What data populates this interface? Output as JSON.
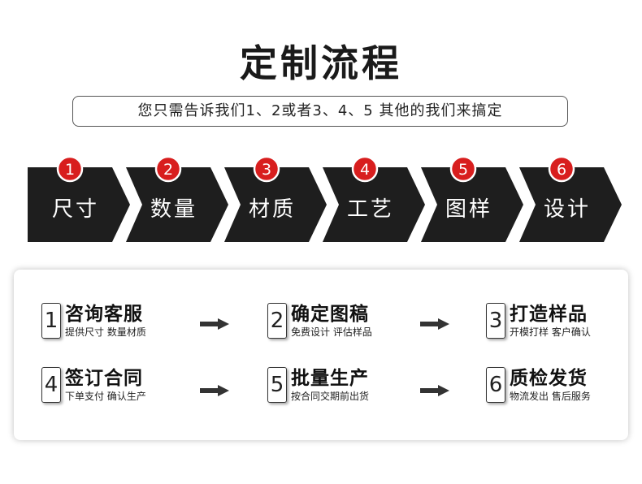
{
  "header": {
    "title": "定制流程",
    "subtitle": "您只需告诉我们1、2或者3、4、5  其他的我们来搞定"
  },
  "steps": [
    {
      "num": "1",
      "label": "尺寸"
    },
    {
      "num": "2",
      "label": "数量"
    },
    {
      "num": "3",
      "label": "材质"
    },
    {
      "num": "4",
      "label": "工艺"
    },
    {
      "num": "5",
      "label": "图样"
    },
    {
      "num": "6",
      "label": "设计"
    }
  ],
  "process": [
    {
      "num": "1",
      "title": "咨询客服",
      "desc": "提供尺寸 数量材质"
    },
    {
      "num": "2",
      "title": "确定图稿",
      "desc": "免费设计 评估样品"
    },
    {
      "num": "3",
      "title": "打造样品",
      "desc": "开模打样 客户确认"
    },
    {
      "num": "4",
      "title": "签订合同",
      "desc": "下单支付 确认生产"
    },
    {
      "num": "5",
      "title": "批量生产",
      "desc": "按合同交期前出货"
    },
    {
      "num": "6",
      "title": "质检发货",
      "desc": "物流发出 售后服务"
    }
  ],
  "colors": {
    "chevron": "#1e1e1e",
    "badge": "#d81e1e",
    "arrow": "#333333"
  }
}
